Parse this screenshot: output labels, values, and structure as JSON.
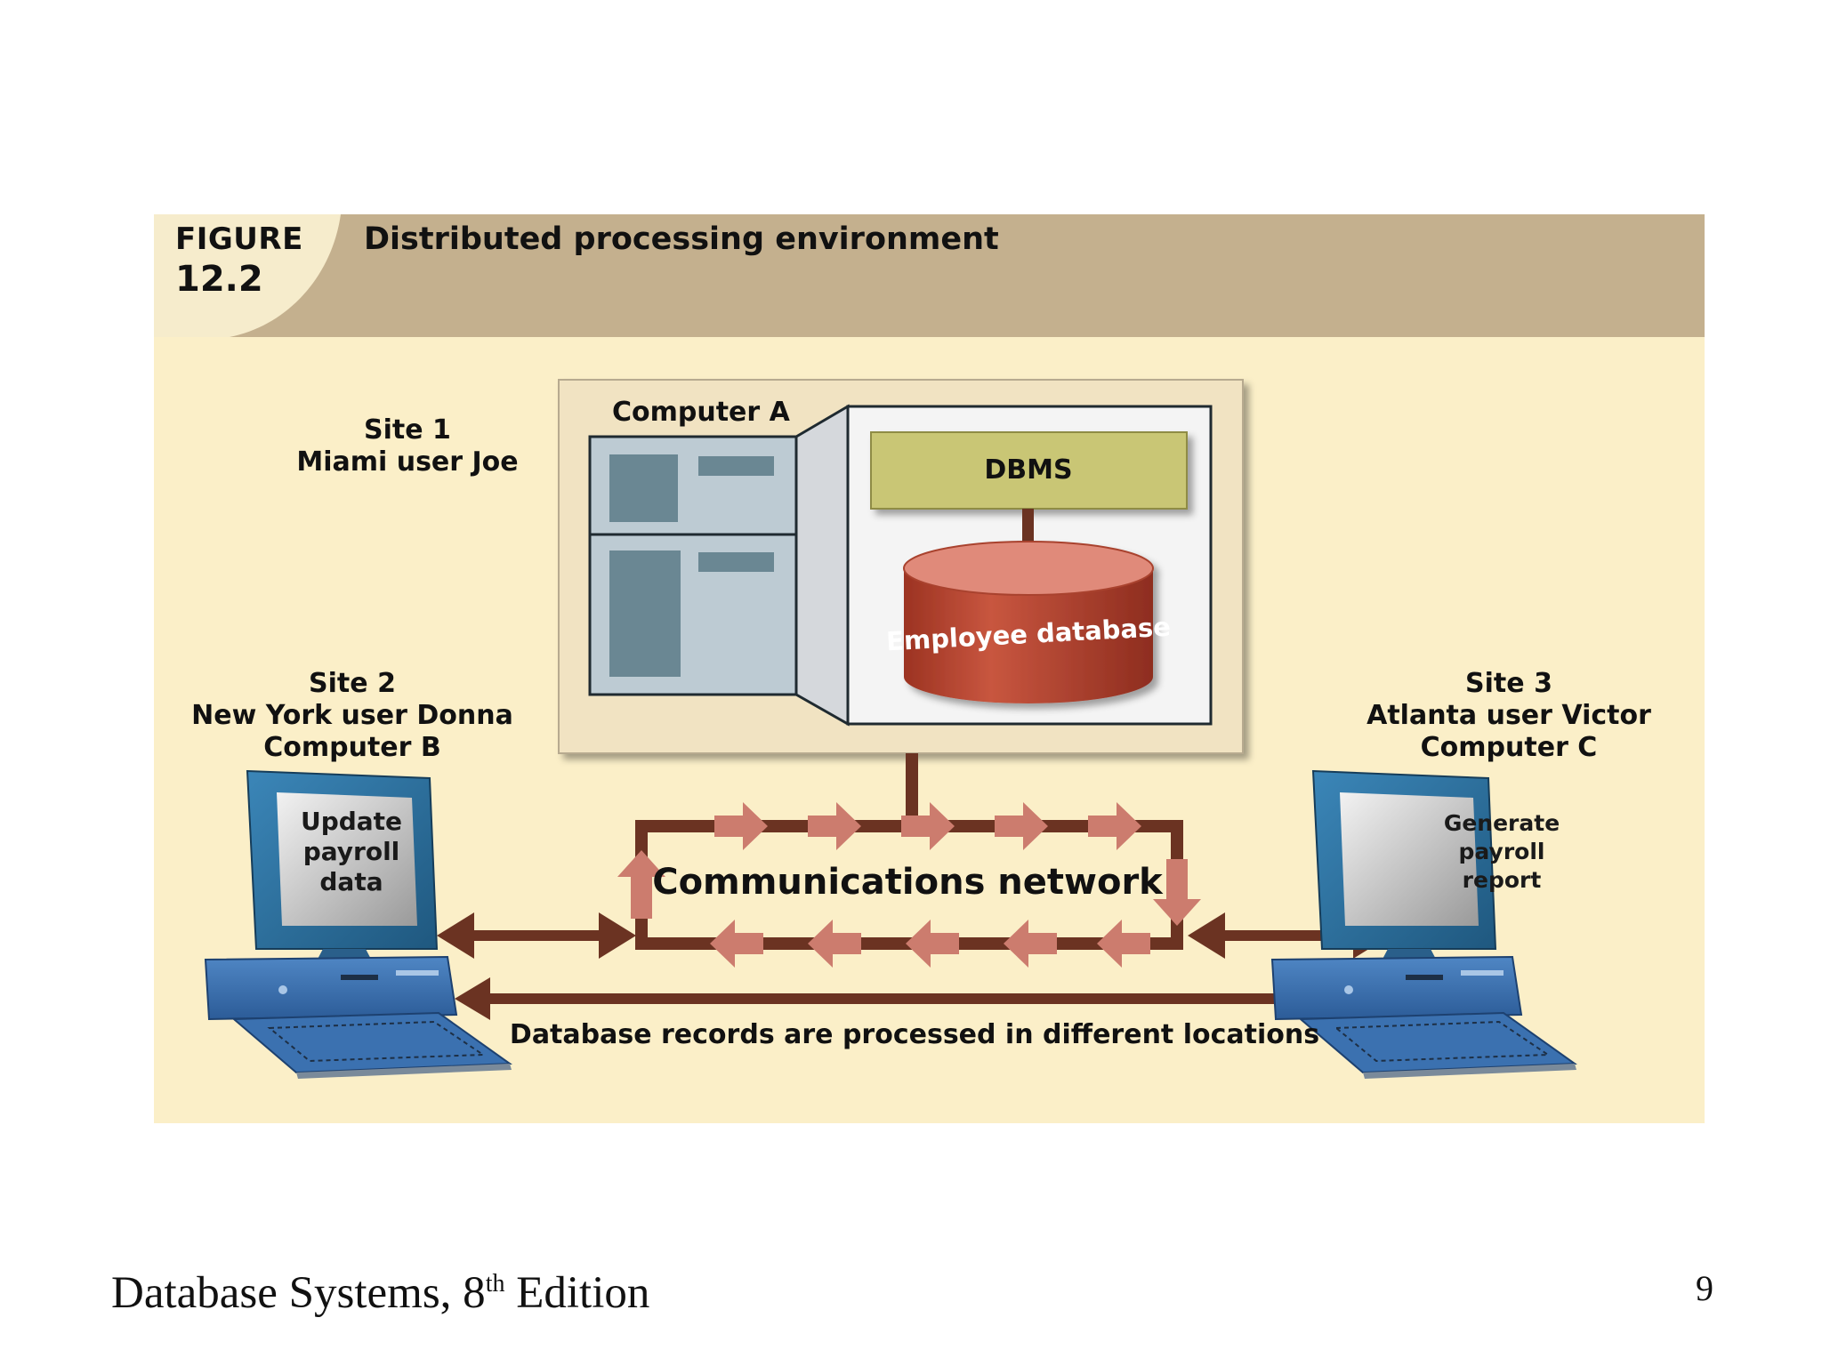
{
  "figure": {
    "label_word": "FIGURE",
    "label_number": "12.2",
    "title": "Distributed processing environment"
  },
  "site1": {
    "line1": "Site 1",
    "line2": "Miami user Joe"
  },
  "site2": {
    "line1": "Site 2",
    "line2": "New York user Donna",
    "line3": "Computer B"
  },
  "site3": {
    "line1": "Site 3",
    "line2": "Atlanta user Victor",
    "line3": "Computer C"
  },
  "computer_a": {
    "label": "Computer A",
    "dbms": "DBMS",
    "database": "Employee database"
  },
  "computer_b_screen": [
    "Update",
    "payroll",
    "data"
  ],
  "computer_c_screen": [
    "Generate",
    "payroll",
    "report"
  ],
  "network_label": "Communications network",
  "records_label": "Database records are processed in different locations",
  "footer": {
    "book_prefix": "Database Systems, 8",
    "book_sup": "th",
    "book_suffix": " Edition",
    "page_number": "9"
  },
  "colors": {
    "header_band": "#c4b08e",
    "panel_bg": "#fbefc8",
    "arrow_dark": "#6b3322",
    "arrow_light": "#cc7c6e",
    "dbms_box": "#c9c675",
    "database": "#c0503a",
    "monitor": "#2b6e9c"
  },
  "icons": [
    "server-icon",
    "database-icon",
    "desktop-computer-icon"
  ]
}
